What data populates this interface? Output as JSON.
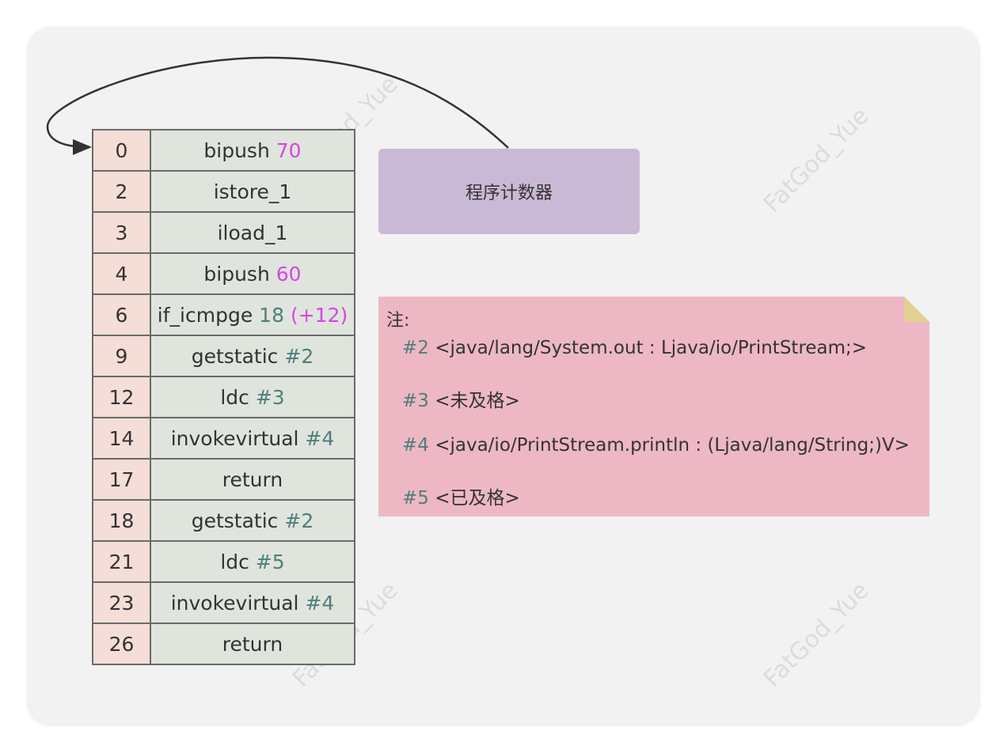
{
  "watermark": "FatGod_Yue",
  "instructions": [
    {
      "index": "0",
      "op": "bipush",
      "arg": "70",
      "arg_kind": "imm"
    },
    {
      "index": "2",
      "op": "istore_1"
    },
    {
      "index": "3",
      "op": "iload_1"
    },
    {
      "index": "4",
      "op": "bipush",
      "arg": "60",
      "arg_kind": "imm"
    },
    {
      "index": "6",
      "op": "if_icmpge",
      "arg": "18",
      "arg_kind": "ref",
      "extra": "(+12)"
    },
    {
      "index": "9",
      "op": "getstatic",
      "arg": "#2",
      "arg_kind": "ref"
    },
    {
      "index": "12",
      "op": "ldc",
      "arg": "#3",
      "arg_kind": "ref"
    },
    {
      "index": "14",
      "op": "invokevirtual",
      "arg": "#4",
      "arg_kind": "ref"
    },
    {
      "index": "17",
      "op": "return"
    },
    {
      "index": "18",
      "op": "getstatic",
      "arg": "#2",
      "arg_kind": "ref"
    },
    {
      "index": "21",
      "op": "ldc",
      "arg": "#5",
      "arg_kind": "ref"
    },
    {
      "index": "23",
      "op": "invokevirtual",
      "arg": "#4",
      "arg_kind": "ref"
    },
    {
      "index": "26",
      "op": "return"
    }
  ],
  "program_counter": {
    "label": "程序计数器"
  },
  "note": {
    "title": "注:",
    "entries": [
      {
        "ref": "#2",
        "text": "<java/lang/System.out : Ljava/io/PrintStream;>"
      },
      {
        "ref": "#3",
        "text": "<未及格>"
      },
      {
        "ref": "#4",
        "text": "<java/io/PrintStream.println : (Ljava/lang/String;)V>"
      },
      {
        "ref": "#5",
        "text": "<已及格>"
      }
    ]
  },
  "colors": {
    "immediate": "#d845e8",
    "reference": "#4e7e7c",
    "index_cell": "#f5ddd8",
    "instruction_cell": "#dfe5dc",
    "pc_box": "#cab9d5",
    "note": "#edb8c3"
  }
}
